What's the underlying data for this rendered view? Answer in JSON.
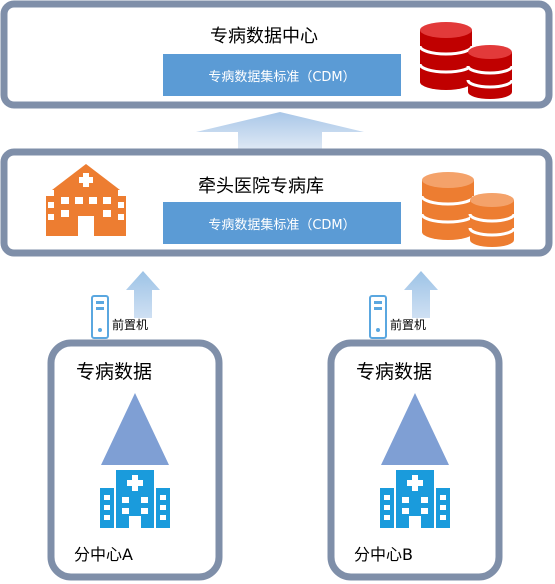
{
  "top": {
    "title": "专病数据中心",
    "cdm_label": "专病数据集标准（CDM）",
    "db_color": "#c00000",
    "db_icon": "database-stack-icon"
  },
  "middle": {
    "title": "牵头医院专病库",
    "cdm_label": "专病数据集标准（CDM）",
    "db_color": "#ed7d31",
    "hospital_icon": "hospital-icon",
    "hospital_color": "#ed7d31"
  },
  "centers": [
    {
      "title": "专病数据",
      "name": "分中心A",
      "server_label": "前置机"
    },
    {
      "title": "专病数据",
      "name": "分中心B",
      "server_label": "前置机"
    }
  ],
  "colors": {
    "frame_border": "#7f8fa9",
    "cdm_fill": "#5b9bd5",
    "arrow_fill": "#9dc3e6",
    "triangle_fill": "#7f9fd4",
    "hospital_blue": "#1a9bdc"
  }
}
